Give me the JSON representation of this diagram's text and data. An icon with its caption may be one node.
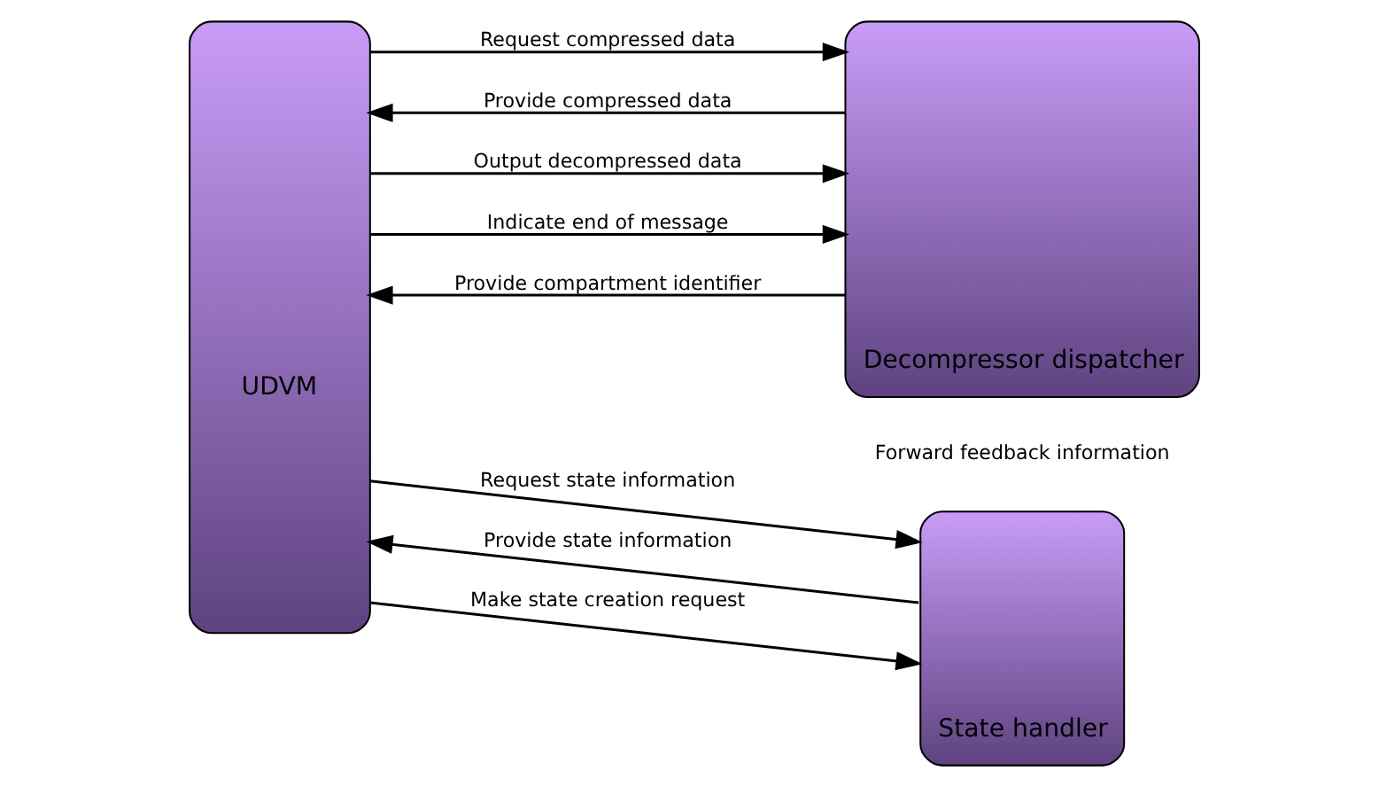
{
  "diagram": {
    "nodes": [
      {
        "text": [
          "UDVM"
        ]
      },
      {
        "text": [
          "Decompressor dispatcher"
        ]
      },
      {
        "text": [
          "State handler"
        ]
      }
    ],
    "edges": [
      {
        "from": 0,
        "to": 1,
        "arrow": "to",
        "label": "Request compressed data"
      },
      {
        "from": 1,
        "to": 0,
        "arrow": "to",
        "label": "Provide compressed data"
      },
      {
        "from": 0,
        "to": 1,
        "arrow": "to",
        "label": "Output decompressed data"
      },
      {
        "from": 0,
        "to": 1,
        "arrow": "to",
        "label": "Indicate end of message"
      },
      {
        "from": 1,
        "to": 0,
        "arrow": "to",
        "label": "Provide compartment identifier"
      },
      {
        "from": 0,
        "to": 2,
        "arrow": "to",
        "label": "Request state information"
      },
      {
        "from": 2,
        "to": 0,
        "arrow": "to",
        "label": "Provide state information"
      },
      {
        "from": 0,
        "to": 2,
        "arrow": "to",
        "label": "Make state creation request"
      }
    ],
    "labels": [
      "Forward feedback information"
    ]
  }
}
